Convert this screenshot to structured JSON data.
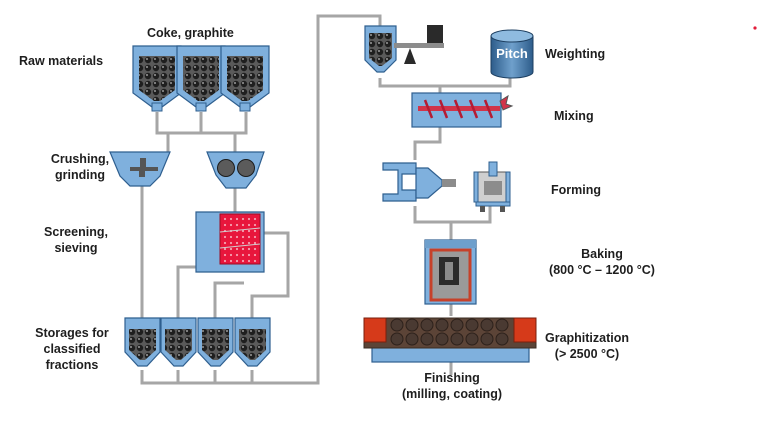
{
  "labels": {
    "coke_graphite": "Coke, graphite",
    "raw_materials": "Raw materials",
    "crushing_line1": "Crushing,",
    "crushing_line2": "grinding",
    "screening_line1": "Screening,",
    "screening_line2": "sieving",
    "storages_line1": "Storages for",
    "storages_line2": "classified",
    "storages_line3": "fractions",
    "weighting": "Weighting",
    "pitch": "Pitch",
    "mixing": "Mixing",
    "forming": "Forming",
    "baking_line1": "Baking",
    "baking_line2": "(800 °C – 1200 °C)",
    "graphitization_line1": "Graphitization",
    "graphitization_line2": "(> 2500 °C)",
    "finishing_line1": "Finishing",
    "finishing_line2": "(milling, coating)"
  },
  "colors": {
    "hopper_fill": "#7fb0dd",
    "hopper_dark": "#2f5f8f",
    "pipe": "#a6a6a6",
    "granule": "#262626",
    "screen_red": "#e8163c",
    "refractory_red": "#d63a1a",
    "machine_grey": "#8c8c8c"
  }
}
